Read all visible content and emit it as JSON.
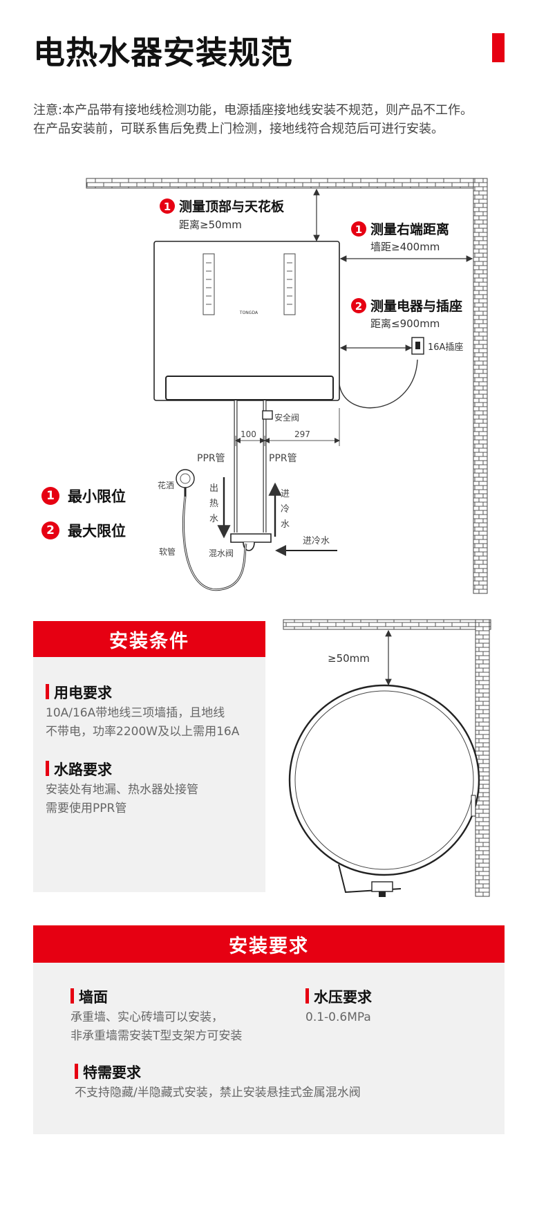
{
  "page": {
    "title": "电热水器安装规范",
    "notice": [
      "注意:本产品带有接地线检测功能，电源插座接地线安装不规范，则产品不工作。",
      "在产品安装前，可联系售后免费上门检测，接地线符合规范后可进行安装。"
    ]
  },
  "diagram": {
    "top_clearance": {
      "num": "1",
      "label": "测量顶部与天花板",
      "value": "距离≥50mm"
    },
    "right_clearance": {
      "num": "1",
      "label": "测量右端距离",
      "value": "墙距≥400mm"
    },
    "socket_distance": {
      "num": "2",
      "label": "测量电器与插座",
      "value": "距离≤900mm"
    },
    "socket_label": "16A插座",
    "brand_mark": "TONGDA",
    "safety_valve": "安全阀",
    "dim_left": "100",
    "dim_right": "297",
    "ppr_left": "PPR管",
    "ppr_right": "PPR管",
    "shower": "花洒",
    "hot_out": [
      "出",
      "热",
      "水"
    ],
    "cold_in": [
      "进",
      "冷",
      "水"
    ],
    "cold_in_pipe": "进冷水",
    "hose": "软管",
    "mixer": "混水阀",
    "limits": [
      {
        "num": "1",
        "label": "最小限位"
      },
      {
        "num": "2",
        "label": "最大限位"
      }
    ],
    "round_clearance": "≥50mm"
  },
  "install_conditions": {
    "header": "安装条件",
    "items": [
      {
        "title": "用电要求",
        "lines": [
          "10A/16A带地线三项墙插，且地线",
          "不带电，功率2200W及以上需用16A"
        ]
      },
      {
        "title": "水路要求",
        "lines": [
          "安装处有地漏、热水器处接管",
          "需要使用PPR管"
        ]
      }
    ]
  },
  "install_requirements": {
    "header": "安装要求",
    "wall": {
      "title": "墙面",
      "lines": [
        "承重墙、实心砖墙可以安装，",
        "非承重墙需安装T型支架方可安装"
      ]
    },
    "pressure": {
      "title": "水压要求",
      "lines": [
        "0.1-0.6MPa"
      ]
    },
    "special": {
      "title": "特需要求",
      "lines": [
        "不支持隐藏/半隐藏式安装，禁止安装悬挂式金属混水阀"
      ]
    }
  },
  "colors": {
    "accent": "#e60012",
    "panel": "#f1f1f1",
    "line": "#333333"
  }
}
